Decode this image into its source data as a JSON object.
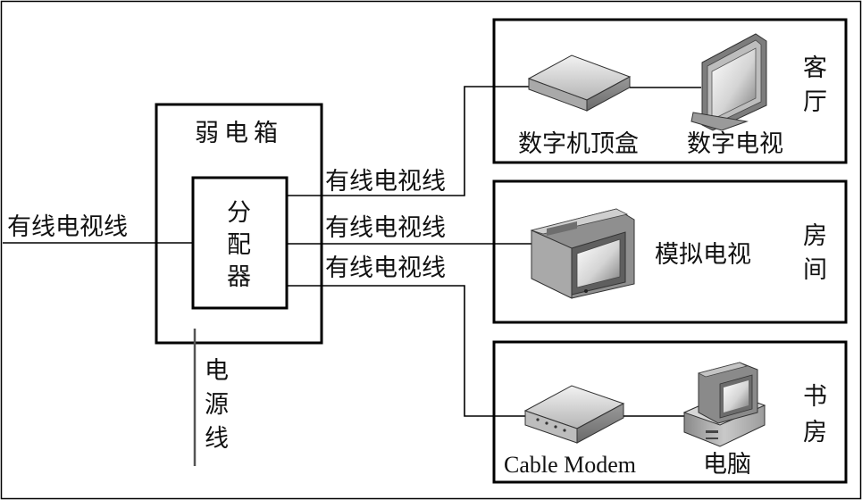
{
  "labels": {
    "input_cable": "有线电视线",
    "weak_box": "弱电箱",
    "splitter": [
      "分",
      "配",
      "器"
    ],
    "out_cable_1": "有线电视线",
    "out_cable_2": "有线电视线",
    "out_cable_3": "有线电视线",
    "power_line": [
      "电",
      "源",
      "线"
    ]
  },
  "rooms": {
    "living_room": {
      "name": [
        "客",
        "厅"
      ],
      "devices": [
        "数字机顶盒",
        "数字电视"
      ]
    },
    "bedroom": {
      "name": [
        "房",
        "间"
      ],
      "devices": [
        "模拟电视"
      ]
    },
    "study": {
      "name": [
        "书",
        "房"
      ],
      "devices": [
        "Cable Modem",
        "电脑"
      ]
    }
  }
}
